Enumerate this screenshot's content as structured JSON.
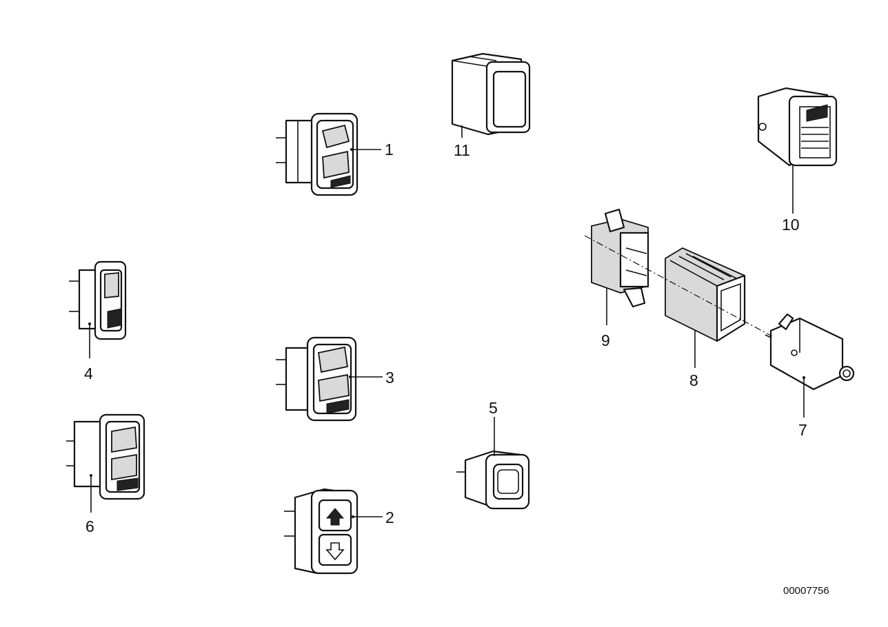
{
  "callouts": {
    "c1": "1",
    "c2": "2",
    "c3": "3",
    "c4": "4",
    "c5": "5",
    "c6": "6",
    "c7": "7",
    "c8": "8",
    "c9": "9",
    "c10": "10",
    "c11": "11"
  },
  "reference_number": "00007756",
  "colors": {
    "line": "#111111",
    "background": "#ffffff",
    "shade": "#d9d9d9"
  }
}
